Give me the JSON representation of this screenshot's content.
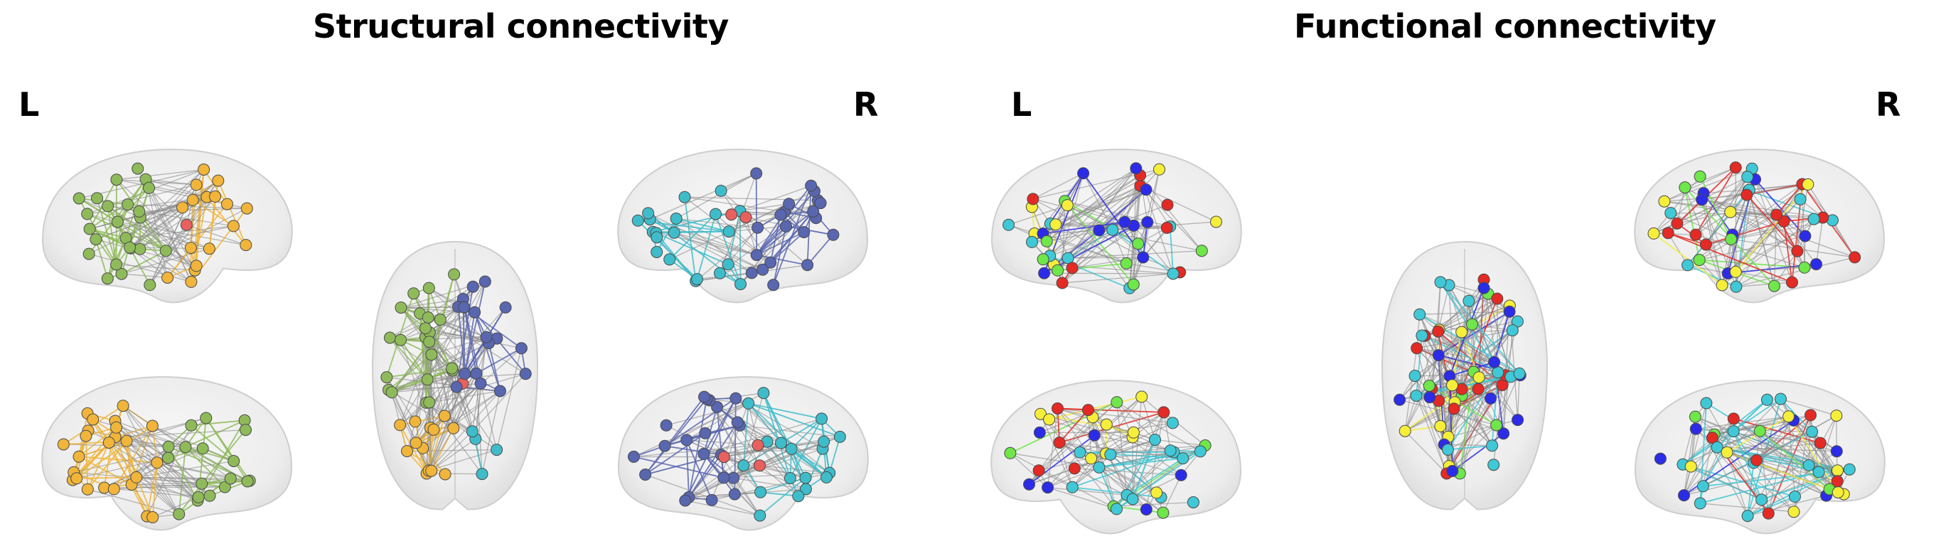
{
  "structural": {
    "title": "Structural connectivity",
    "left_label": "L",
    "right_label": "R",
    "module_colors": [
      "#8fba5a",
      "#f0b53a",
      "#5966b0",
      "#3fbcc9",
      "#e8615e"
    ]
  },
  "functional": {
    "title": "Functional connectivity",
    "left_label": "L",
    "right_label": "R",
    "module_colors": [
      "#e42a24",
      "#2c2ce8",
      "#40c8d6",
      "#6fe64a",
      "#f5ee3b"
    ]
  }
}
